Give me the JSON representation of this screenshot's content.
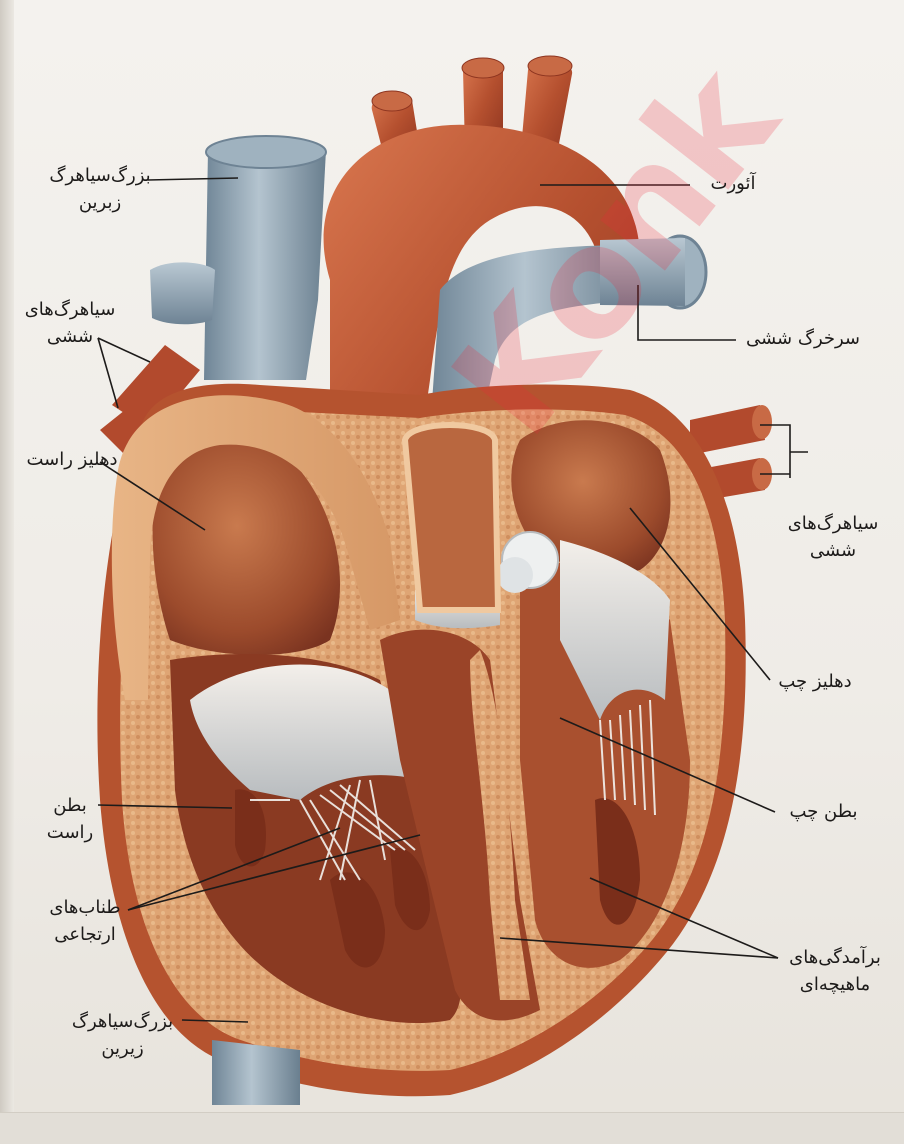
{
  "labels": {
    "svc": {
      "line1": "بزرگ‌سیاهرگ",
      "line2": "زبرین"
    },
    "aorta": {
      "line1": "آئورت"
    },
    "pv_left": {
      "line1": "سیاهرگ‌های",
      "line2": "ششی"
    },
    "pulmonary_artery": {
      "line1": "سرخرگ ششی"
    },
    "right_atrium": {
      "line1": "دهلیز راست"
    },
    "pv_right": {
      "line1": "سیاهرگ‌های",
      "line2": "ششی"
    },
    "left_atrium": {
      "line1": "دهلیز چپ"
    },
    "right_ventricle": {
      "line1": "بطن",
      "line2": "راست"
    },
    "left_ventricle": {
      "line1": "بطن چپ"
    },
    "chordae": {
      "line1": "طناب‌های",
      "line2": "ارتجاعی"
    },
    "papillary": {
      "line1": "برآمدگی‌های",
      "line2": "ماهیچه‌ای"
    },
    "ivc": {
      "line1": "بزرگ‌سیاهرگ",
      "line2": "زیرین"
    }
  },
  "watermark": "Konk",
  "colors": {
    "vein_blue": "#8ea3b4",
    "artery_red": "#b9553a",
    "muscle": "#d9a072",
    "label_text": "#1d1b1a",
    "watermark": "#eb283c"
  }
}
